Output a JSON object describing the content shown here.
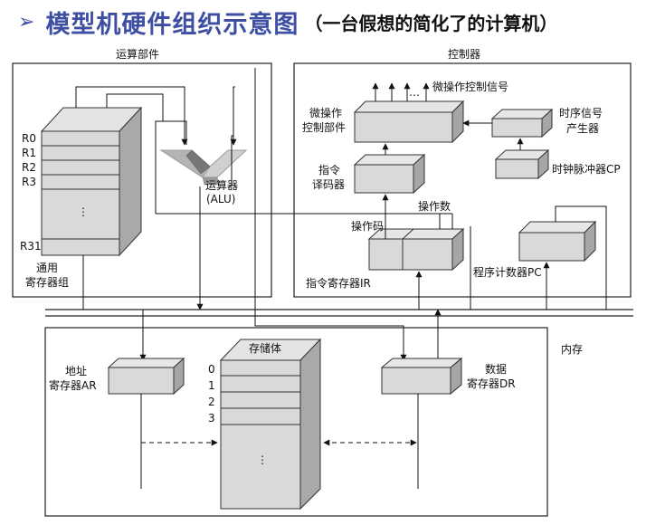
{
  "title": {
    "bullet": "➢",
    "main": "模型机硬件组织示意图",
    "sub": "（一台假想的简化了的计算机）"
  },
  "sections": {
    "cpu_arith": "运算部件",
    "control": "控制器",
    "memory": "内存"
  },
  "registers": {
    "rows": [
      "R0",
      "R1",
      "R2",
      "R3"
    ],
    "ellipsis": "⋮",
    "last": "R31",
    "label_line1": "通用",
    "label_line2": "寄存器组"
  },
  "alu": {
    "line1": "运算器",
    "line2": "(ALU)"
  },
  "control_unit": {
    "micro_line1": "微操作",
    "micro_line2": "控制部件",
    "micro_signals": "微操作控制信号",
    "dots": "…",
    "timing_line1": "时序信号",
    "timing_line2": "产生器",
    "clock": "时钟脉冲器CP",
    "decoder_line1": "指令",
    "decoder_line2": "译码器",
    "operand": "操作数",
    "opcode": "操作码",
    "ir": "指令寄存器IR",
    "pc": "程序计数器PC"
  },
  "memory_unit": {
    "ar_line1": "地址",
    "ar_line2": "寄存器AR",
    "storage": "存储体",
    "cells": [
      "0",
      "1",
      "2",
      "3"
    ],
    "ellipsis": "⋮",
    "dr_line1": "数据",
    "dr_line2": "寄存器DR"
  }
}
